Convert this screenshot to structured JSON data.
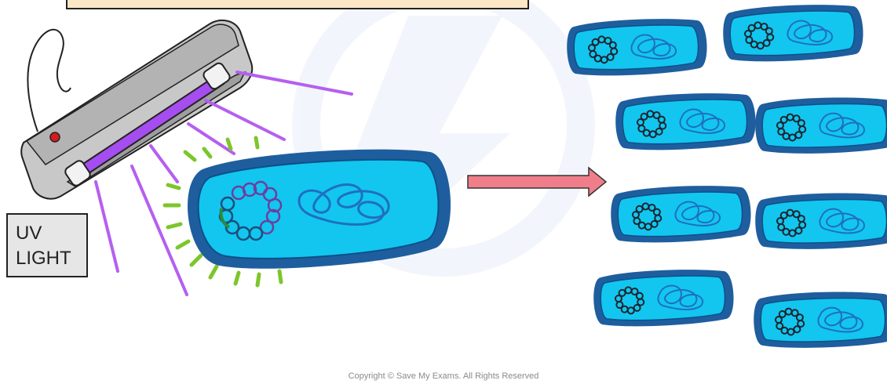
{
  "label": {
    "line1": "UV",
    "line2": "LIGHT"
  },
  "copyright": "Copyright © Save My Exams. All Rights Reserved",
  "colors": {
    "cell_fill": "#12c6ef",
    "cell_outline": "#1f5e9e",
    "uv_tube": "#a54df0",
    "uv_rays": "#b55ff0",
    "glow": "#7cc62a",
    "arrow": "#f07e8a",
    "plasmid_mutated": "#6b3fa0",
    "plasmid": "#2d3a4a",
    "chromosome": "#1f6fc0",
    "lamp_body": "#c8c8c8",
    "lamp_button": "#d71920"
  },
  "icons": [
    "uv-lamp-icon",
    "arrow-right-icon",
    "bacterium-icon",
    "plasmid-icon",
    "chromosome-icon"
  ]
}
